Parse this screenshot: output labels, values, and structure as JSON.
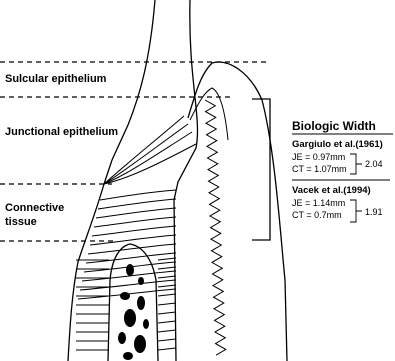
{
  "zones": {
    "sulcular": "Sulcular epithelium",
    "junctional": "Junctional epithelium",
    "connective_1": "Connective",
    "connective_2": "tissue"
  },
  "panel": {
    "title": "Biologic Width",
    "ref1": {
      "author": "Gargiulo et al.(1961)",
      "je": "JE = 0.97mm",
      "ct": "CT = 1.07mm",
      "sum": "2.04"
    },
    "ref2": {
      "author": "Vacek et al.(1994)",
      "je": "JE = 1.14mm",
      "ct": "CT = 0.7mm",
      "sum": "1.91"
    }
  }
}
